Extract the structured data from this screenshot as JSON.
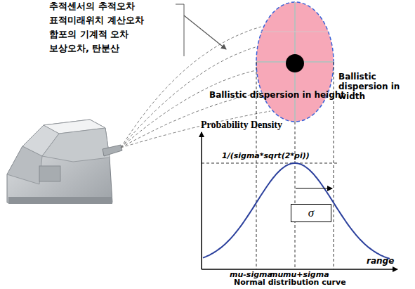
{
  "diagram": {
    "nodes": [
      {
        "text": [
          "σ"
        ]
      }
    ],
    "labels": [
      "추적센서의 추적오차",
      "표적미래위치 계산오차",
      "함포의 기계적 오차",
      "보상오차, 탄분산",
      "Ballistic dispersion in width",
      "Ballistic dispersion in height",
      "Probability Density",
      "1/(sigma*sqrt(2*pi))",
      "mu-sigma",
      "mu",
      "mu+sigma",
      "range",
      "Normal distribution curve"
    ]
  }
}
